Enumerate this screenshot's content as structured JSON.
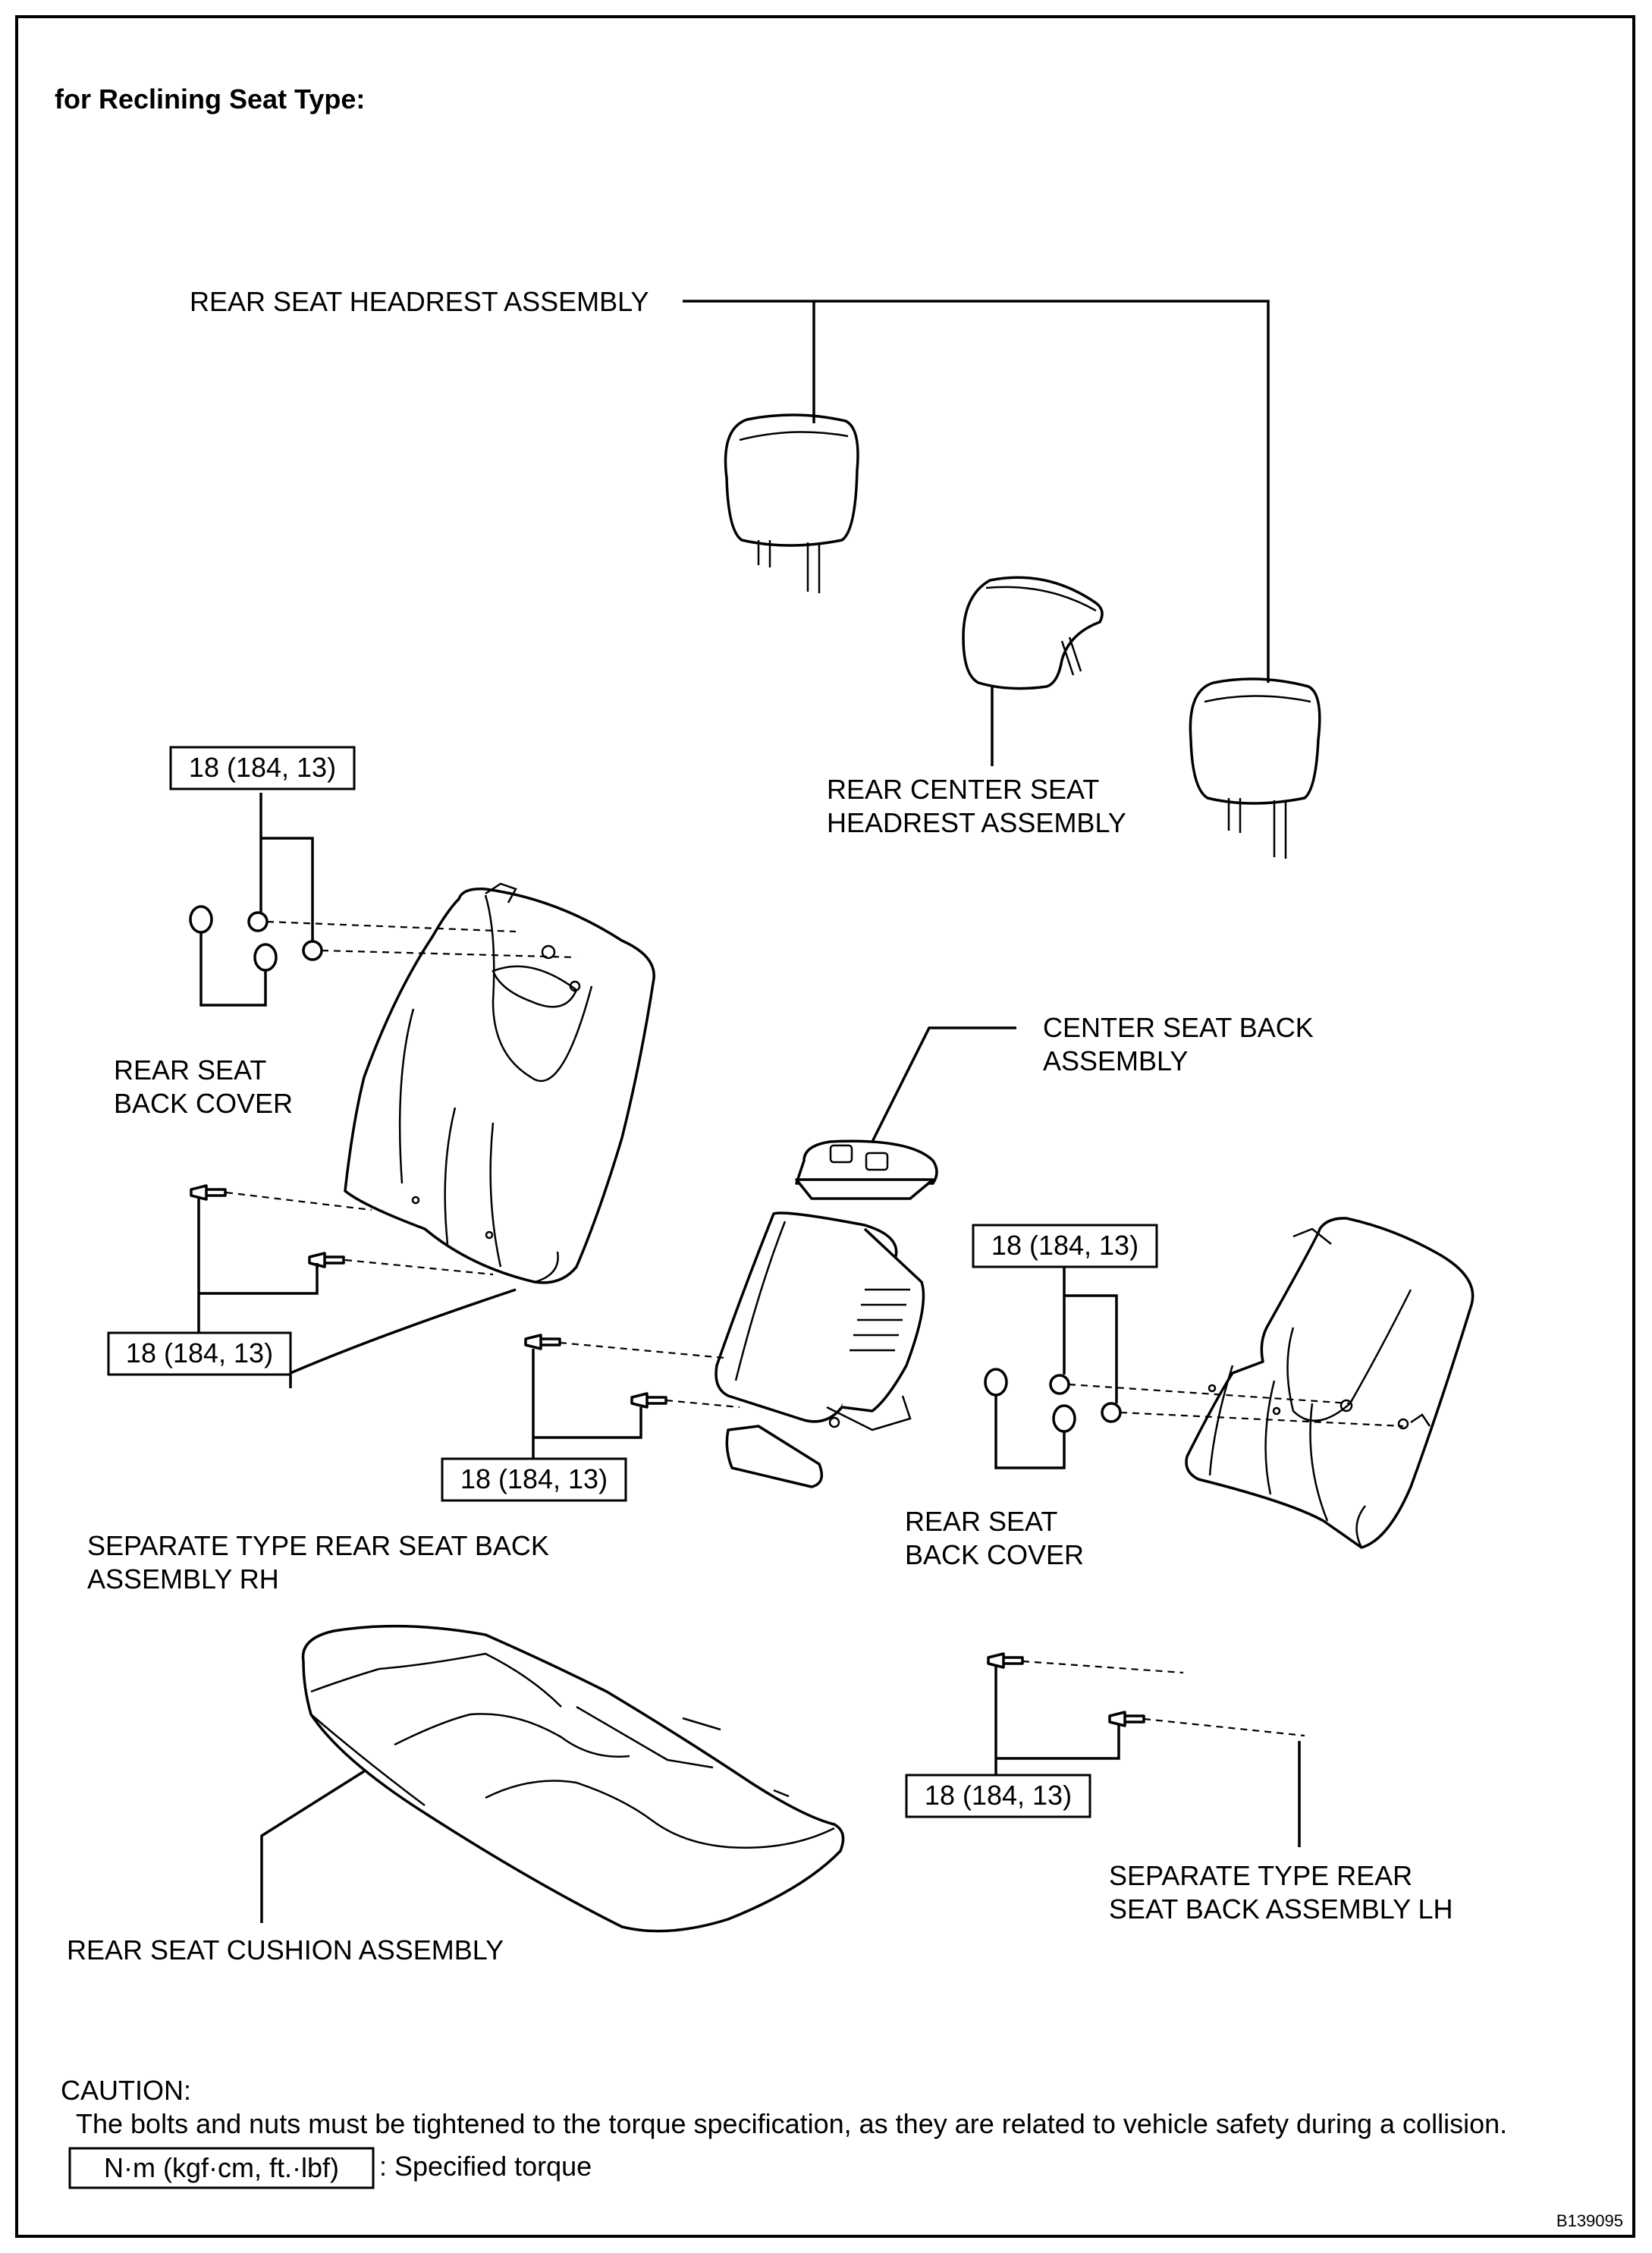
{
  "title": "for Reclining Seat Type:",
  "labels": {
    "headrest": "REAR SEAT HEADREST ASSEMBLY",
    "center_headrest_1": "REAR CENTER SEAT",
    "center_headrest_2": "HEADREST ASSEMBLY",
    "back_cover_rh_1": "REAR SEAT",
    "back_cover_rh_2": "BACK COVER",
    "center_back_1": "CENTER SEAT BACK",
    "center_back_2": "ASSEMBLY",
    "back_cover_lh_1": "REAR SEAT",
    "back_cover_lh_2": "BACK COVER",
    "rh_assembly_1": "SEPARATE TYPE REAR SEAT BACK",
    "rh_assembly_2": "ASSEMBLY RH",
    "lh_assembly_1": "SEPARATE TYPE REAR",
    "lh_assembly_2": "SEAT BACK ASSEMBLY LH",
    "cushion": "REAR SEAT CUSHION ASSEMBLY"
  },
  "torque_boxes": {
    "rh_upper": "18 (184, 13)",
    "rh_lower": "18 (184, 13)",
    "center": "18 (184, 13)",
    "lh_upper": "18 (184, 13)",
    "lh_lower": "18 (184, 13)"
  },
  "caution": {
    "heading": "CAUTION:",
    "text": "The bolts and nuts must be tightened to the torque specification, as they are related to vehicle safety during a collision."
  },
  "legend": {
    "box": "N·m (kgf·cm, ft.·lbf)",
    "text": ": Specified torque"
  },
  "figure_id": "B139095"
}
